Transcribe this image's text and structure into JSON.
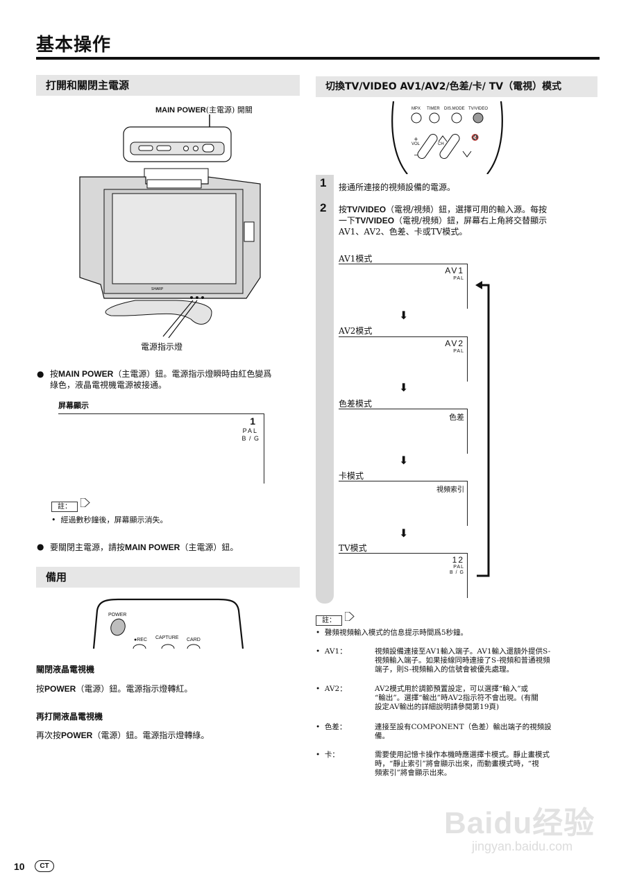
{
  "page_title": "基本操作",
  "left": {
    "section1_title": "打開和關閉主電源",
    "main_power_label_bold": "MAIN POWER",
    "main_power_label_rest": "(主電源) 開關",
    "indicator_label": "電源指示燈",
    "tv_brand": "SHARP",
    "bullet1_a": "按",
    "bullet1_bold": "MAIN POWER",
    "bullet1_b": "（主電源）鈕。電源指示燈瞬時由紅色變爲",
    "bullet1_c": "綠色，液晶電視機電源被接通。",
    "screen_caption": "屏幕顯示",
    "screen_osd_big": "1",
    "screen_osd_l1": "PAL",
    "screen_osd_l2": "B / G",
    "note_tag": "註：",
    "note1": "經過數秒鐘後，屏幕顯示消失。",
    "bullet2_a": "要關閉主電源，請按",
    "bullet2_bold": "MAIN POWER",
    "bullet2_b": "（主電源）鈕。",
    "section2_title": "備用",
    "remote_power": "POWER",
    "remote_rec": "●REC",
    "remote_capture": "CAPTURE",
    "remote_card": "CARD",
    "sub1_title": "關閉液晶電視機",
    "sub1_a": "按",
    "sub1_bold": "POWER",
    "sub1_b": "（電源）鈕。電源指示燈轉紅。",
    "sub2_title": "再打開液晶電視機",
    "sub2_a": "再次按",
    "sub2_bold": "POWER",
    "sub2_b": "（電源）鈕。電源指示燈轉綠。"
  },
  "right": {
    "section_title": "切換TV/VIDEO AV1/AV2/色差/卡/ TV（電視）模式",
    "remote_labels": [
      "MPX",
      "TIMER",
      "DIS.MODE",
      "TV/VIDEO"
    ],
    "remote_vol": "VOL",
    "remote_ch": "CH",
    "step1_num": "1",
    "step1_text": "接通所連接的視頻設備的電源。",
    "step2_num": "2",
    "step2_line1_a": "按",
    "step2_line1_bold": "TV/VIDEO",
    "step2_line1_b": "（電視/視頻）鈕，選擇可用的輸入源。每按",
    "step2_line2_a": "一下",
    "step2_line2_bold": "TV/VIDEO",
    "step2_line2_b": "（電視/視頻）鈕，屏幕右上角將交替顯示",
    "step2_line3": "AV1、AV2、色差、卡或TV模式。",
    "modes": [
      {
        "label": "AV1模式",
        "osd": "AV1",
        "sub1": "PAL",
        "sub2": ""
      },
      {
        "label": "AV2模式",
        "osd": "AV2",
        "sub1": "PAL",
        "sub2": ""
      },
      {
        "label": "色差模式",
        "osd": "色差",
        "sub1": "",
        "sub2": ""
      },
      {
        "label": "卡模式",
        "osd": "視頻索引",
        "sub1": "",
        "sub2": ""
      },
      {
        "label": "TV模式",
        "osd": "12",
        "sub1": "PAL",
        "sub2": "B / G"
      }
    ],
    "note_tag": "註：",
    "note_main": "聲頻視頻輸入模式的信息提示時間爲5秒鐘。",
    "notes": [
      {
        "term": "AV1：",
        "lines": [
          "視頻設備連接至AV1輸入端子。AV1輸入還額外提供S-",
          "視頻輸入端子。如果接線同時連接了S-視頻和普通視頻",
          "端子，則S-視頻輸入的信號會被優先處理。"
        ]
      },
      {
        "term": "AV2：",
        "lines": [
          "AV2模式用於調節預置設定，可以選擇“輸入”或",
          "“輸出”。選擇“輸出”時AV2指示符不會出現。(有關",
          "設定AV輸出的詳細說明請參閱第19頁)"
        ]
      },
      {
        "term": "色差：",
        "lines": [
          "連接至設有COMPONENT（色差）輸出端子的視頻設",
          "備。"
        ]
      },
      {
        "term": "卡：",
        "lines": [
          "需要使用記憶卡操作本機時應選擇卡模式。靜止畫模式",
          "時，“靜止索引”將會顯示出來，而動畫模式時，“視",
          "頻索引”將會顯示出來。"
        ]
      }
    ]
  },
  "footer": {
    "page_number": "10",
    "lang_badge": "CT",
    "watermark_text": "Baidu经验",
    "watermark_url": "jingyan.baidu.com"
  }
}
